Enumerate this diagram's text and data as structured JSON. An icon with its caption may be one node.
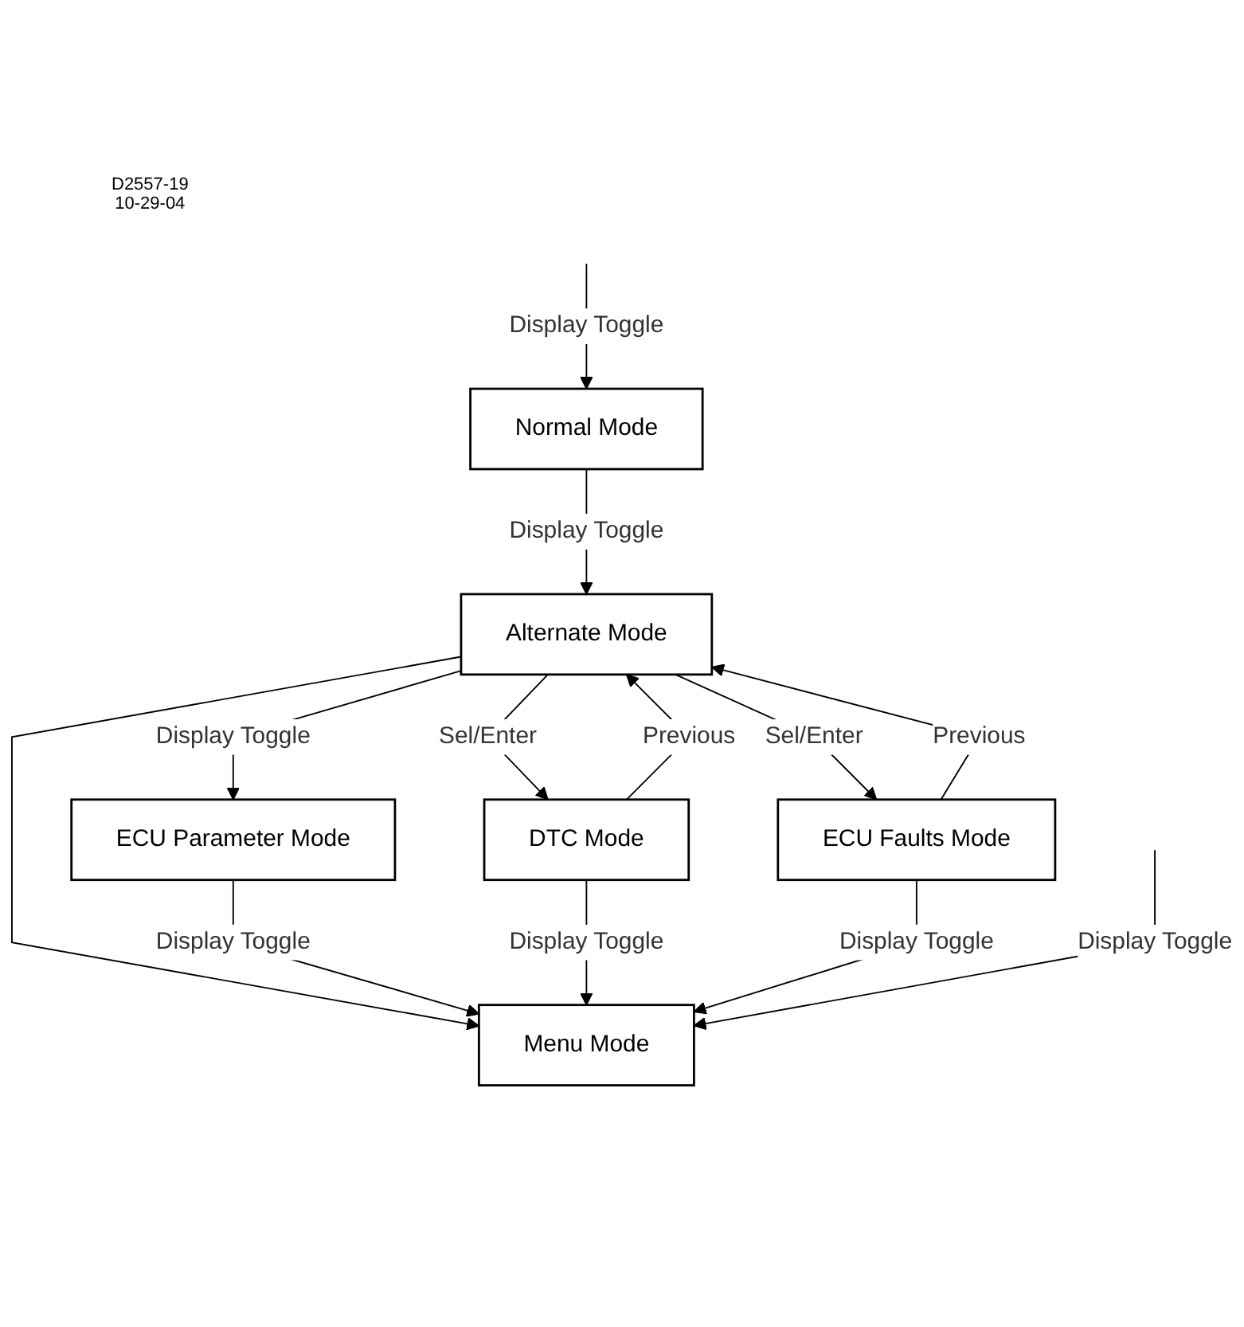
{
  "diagram": {
    "nodes": [
      {
        "text": [
          "Normal Mode"
        ]
      },
      {
        "text": [
          "DTC Mode"
        ]
      },
      {
        "text": [
          "Alternate Mode"
        ]
      },
      {
        "text": [
          "ECU Faults Mode"
        ]
      },
      {
        "text": [
          "ECU Parameter Mode"
        ]
      },
      {
        "text": [
          "Menu Mode"
        ]
      }
    ],
    "edges": [
      {
        "from": null,
        "to": 0,
        "arrow": "to",
        "label": "Display Toggle"
      },
      {
        "from": 0,
        "to": 2,
        "arrow": "to",
        "label": "Display Toggle"
      },
      {
        "from": 2,
        "to": 1,
        "arrow": "to",
        "label": "Sel/Enter"
      },
      {
        "from": 1,
        "to": 2,
        "arrow": "to",
        "label": "Previous"
      },
      {
        "from": 2,
        "to": 3,
        "arrow": "to",
        "label": "Sel/Enter"
      },
      {
        "from": 3,
        "to": 2,
        "arrow": "to",
        "label": "Previous"
      },
      {
        "from": 2,
        "to": 4,
        "arrow": "to",
        "label": "Display Toggle"
      },
      {
        "from": 2,
        "to": 5,
        "arrow": "to"
      },
      {
        "from": 4,
        "to": 5,
        "arrow": "to",
        "label": "Display Toggle"
      },
      {
        "from": 1,
        "to": 5,
        "arrow": "to",
        "label": "Display Toggle"
      },
      {
        "from": 3,
        "to": 5,
        "arrow": "to",
        "label": "Display Toggle"
      },
      {
        "from": null,
        "to": 5,
        "arrow": "to",
        "label": "Display Toggle"
      }
    ],
    "labels": [
      "D2557-19",
      "10-29-04"
    ]
  }
}
